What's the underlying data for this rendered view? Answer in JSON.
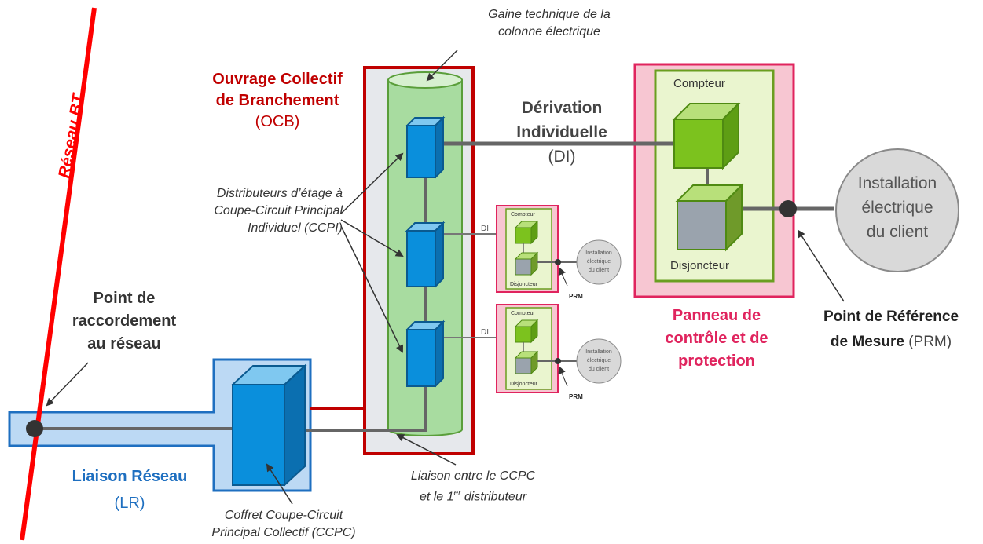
{
  "labels": {
    "reseau_bt": "Réseau BT",
    "gaine_line1": "Gaine technique de la",
    "gaine_line2": "colonne électrique",
    "ocb_line1": "Ouvrage Collectif",
    "ocb_line2": "de Branchement",
    "ocb_abbr": "(OCB)",
    "di_line1": "Dérivation",
    "di_line2": "Individuelle",
    "di_abbr": "(DI)",
    "compteur": "Compteur",
    "disjoncteur": "Disjoncteur",
    "install_line1": "Installation",
    "install_line2": "électrique",
    "install_line3": "du client",
    "distrib_line1": "Distributeurs d’étage à",
    "distrib_line2": "Coupe-Circuit Principal",
    "distrib_line3": "Individuel (CCPI)",
    "small_di": "DI",
    "small_compteur": "Compteur",
    "small_disjoncteur": "Disjoncteur",
    "small_install_1": "Installation",
    "small_install_2": "électrique",
    "small_install_3": "du client",
    "small_prm": "PRM",
    "point_line1": "Point de",
    "point_line2": "raccordement",
    "point_line3": "au réseau",
    "panneau_line1": "Panneau de",
    "panneau_line2": "contrôle et de",
    "panneau_line3": "protection",
    "prm_line1": "Point de Référence",
    "prm_line2_bold": "de Mesure",
    "prm_line2_abbr": "(PRM)",
    "lr_line1": "Liaison Réseau",
    "lr_abbr": "(LR)",
    "liaison_line1": "Liaison entre le CCPC",
    "liaison_line2_pre": "et le 1",
    "liaison_line2_sup": "er",
    "liaison_line2_post": " distributeur",
    "ccpc_line1": "Coffret Coupe-Circuit",
    "ccpc_line2": "Principal Collectif (CCPC)"
  },
  "colors": {
    "bt_line": "#ff0000",
    "ocb_border": "#c00000",
    "panel_pink": "#e0245e",
    "lr_blue": "#1e6fc0",
    "cube_blue": "#0a8fdc",
    "cube_green": "#7cc21e",
    "cube_gray": "#9aa3ad",
    "column_green": "#a8dca0"
  }
}
